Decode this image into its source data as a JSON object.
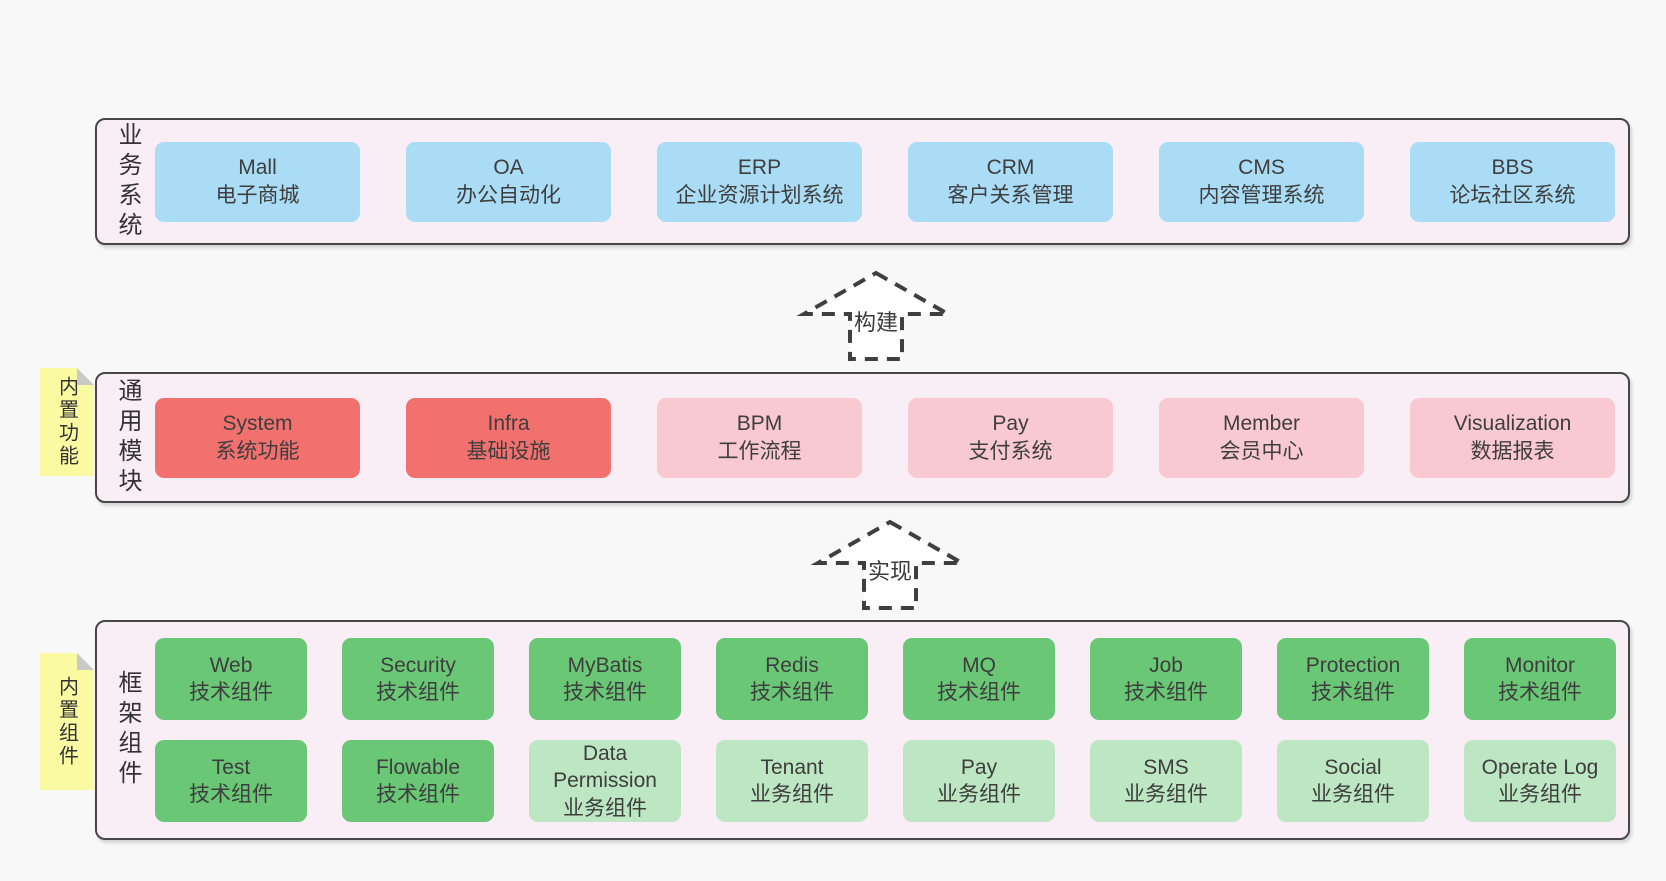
{
  "colors": {
    "page_bg": "#f8f8f8",
    "container_fill": "#f9edf6",
    "container_border": "#474747",
    "box_blue": "#aadcf5",
    "box_red": "#f2716f",
    "box_pink": "#f9c9d2",
    "box_green": "#69c776",
    "box_light_green": "#bde6c3",
    "note_yellow": "#fafaa3",
    "text": "#3e3e3e"
  },
  "arrows": [
    {
      "label": "构建"
    },
    {
      "label": "实现"
    }
  ],
  "layers": {
    "business": {
      "label": "业务系统",
      "boxes": [
        {
          "name": "Mall",
          "desc": "电子商城"
        },
        {
          "name": "OA",
          "desc": "办公自动化"
        },
        {
          "name": "ERP",
          "desc": "企业资源计划系统"
        },
        {
          "name": "CRM",
          "desc": "客户关系管理"
        },
        {
          "name": "CMS",
          "desc": "内容管理系统"
        },
        {
          "name": "BBS",
          "desc": "论坛社区系统"
        }
      ]
    },
    "modules": {
      "label": "通用模块",
      "note": "内置功能",
      "boxes": [
        {
          "name": "System",
          "desc": "系统功能"
        },
        {
          "name": "Infra",
          "desc": "基础设施"
        },
        {
          "name": "BPM",
          "desc": "工作流程"
        },
        {
          "name": "Pay",
          "desc": "支付系统"
        },
        {
          "name": "Member",
          "desc": "会员中心"
        },
        {
          "name": "Visualization",
          "desc": "数据报表"
        }
      ]
    },
    "components": {
      "label": "框架组件",
      "note": "内置组件",
      "row1": [
        {
          "name": "Web",
          "desc": "技术组件"
        },
        {
          "name": "Security",
          "desc": "技术组件"
        },
        {
          "name": "MyBatis",
          "desc": "技术组件"
        },
        {
          "name": "Redis",
          "desc": "技术组件"
        },
        {
          "name": "MQ",
          "desc": "技术组件"
        },
        {
          "name": "Job",
          "desc": "技术组件"
        },
        {
          "name": "Protection",
          "desc": "技术组件"
        },
        {
          "name": "Monitor",
          "desc": "技术组件"
        }
      ],
      "row2": [
        {
          "name": "Test",
          "desc": "技术组件"
        },
        {
          "name": "Flowable",
          "desc": "技术组件"
        },
        {
          "name": "Data Permission",
          "desc": "业务组件"
        },
        {
          "name": "Tenant",
          "desc": "业务组件"
        },
        {
          "name": "Pay",
          "desc": "业务组件"
        },
        {
          "name": "SMS",
          "desc": "业务组件"
        },
        {
          "name": "Social",
          "desc": "业务组件"
        },
        {
          "name": "Operate Log",
          "desc": "业务组件"
        }
      ]
    }
  }
}
